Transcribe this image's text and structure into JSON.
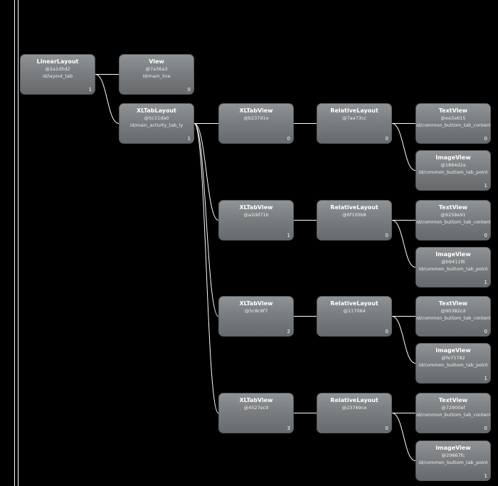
{
  "tree": {
    "nodes": [
      {
        "key": "n_ll",
        "cls": "LinearLayout",
        "hash": "@2a1d5d2",
        "rid": "id/layout_tab",
        "idx": "1"
      },
      {
        "key": "n_view",
        "cls": "View",
        "hash": "@7a36a3",
        "rid": "id/main_line",
        "idx": "0"
      },
      {
        "key": "n_xtl",
        "cls": "XLTabLayout",
        "hash": "@5c11da0",
        "rid": "id/main_activity_tab_ly",
        "idx": "1"
      },
      {
        "key": "t0",
        "cls": "XLTabView",
        "hash": "@b237d1e",
        "rid": "",
        "idx": "0"
      },
      {
        "key": "r0",
        "cls": "RelativeLayout",
        "hash": "@7aa73cc",
        "rid": "",
        "idx": "0"
      },
      {
        "key": "tv0",
        "cls": "TextView",
        "hash": "@ea3a615",
        "rid": "id/common_buttom_tab_content_tv",
        "idx": "0"
      },
      {
        "key": "iv0",
        "cls": "ImageView",
        "hash": "@1864d2a",
        "rid": "id/common_buttom_tab_point",
        "idx": "1"
      },
      {
        "key": "t1",
        "cls": "XLTabView",
        "hash": "@a2dd71b",
        "rid": "",
        "idx": "1"
      },
      {
        "key": "r1",
        "cls": "RelativeLayout",
        "hash": "@6f100b8",
        "rid": "",
        "idx": "0"
      },
      {
        "key": "tv1",
        "cls": "TextView",
        "hash": "@9258e91",
        "rid": "id/common_buttom_tab_content_tv",
        "idx": "0"
      },
      {
        "key": "iv1",
        "cls": "ImageView",
        "hash": "@b9411f6",
        "rid": "id/common_buttom_tab_point",
        "idx": "1"
      },
      {
        "key": "t2",
        "cls": "XLTabView",
        "hash": "@5c8c9f7",
        "rid": "",
        "idx": "2"
      },
      {
        "key": "r2",
        "cls": "RelativeLayout",
        "hash": "@117064",
        "rid": "",
        "idx": "0"
      },
      {
        "key": "tv2",
        "cls": "TextView",
        "hash": "@90382cd",
        "rid": "id/common_buttom_tab_content_tv",
        "idx": "0"
      },
      {
        "key": "iv2",
        "cls": "ImageView",
        "hash": "@fe75782",
        "rid": "id/common_buttom_tab_point",
        "idx": "1"
      },
      {
        "key": "t3",
        "cls": "XLTabView",
        "hash": "@4527ec9",
        "rid": "",
        "idx": "3"
      },
      {
        "key": "r3",
        "cls": "RelativeLayout",
        "hash": "@23769ce",
        "rid": "",
        "idx": "0"
      },
      {
        "key": "tv3",
        "cls": "TextView",
        "hash": "@72900ef",
        "rid": "id/common_buttom_tab_content_tv",
        "idx": "0"
      },
      {
        "key": "iv3",
        "cls": "ImageView",
        "hash": "@29867fc",
        "rid": "id/common_buttom_tab_point",
        "idx": "1"
      }
    ],
    "edges": [
      [
        "n_ll",
        "n_view"
      ],
      [
        "n_ll",
        "n_xtl"
      ],
      [
        "n_xtl",
        "t0"
      ],
      [
        "n_xtl",
        "t1"
      ],
      [
        "n_xtl",
        "t2"
      ],
      [
        "n_xtl",
        "t3"
      ],
      [
        "t0",
        "r0"
      ],
      [
        "r0",
        "tv0"
      ],
      [
        "r0",
        "iv0"
      ],
      [
        "t1",
        "r1"
      ],
      [
        "r1",
        "tv1"
      ],
      [
        "r1",
        "iv1"
      ],
      [
        "t2",
        "r2"
      ],
      [
        "r2",
        "tv2"
      ],
      [
        "r2",
        "iv2"
      ],
      [
        "t3",
        "r3"
      ],
      [
        "r3",
        "tv3"
      ],
      [
        "r3",
        "iv3"
      ]
    ]
  }
}
